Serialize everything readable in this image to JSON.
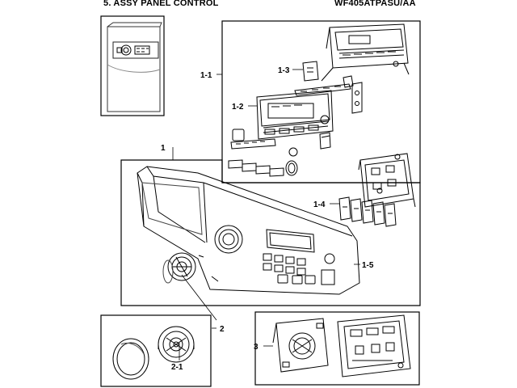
{
  "header": {
    "title": "5. ASSY PANEL CONTROL",
    "model": "WF405ATPASU/AA"
  },
  "labels": {
    "assy": "1",
    "sub_1_1": "1-1",
    "sub_1_2": "1-2",
    "sub_1_3": "1-3",
    "sub_1_4": "1-4",
    "sub_1_5": "1-5",
    "knob": "2",
    "knob_sub": "2-1",
    "pcb": "3"
  },
  "icons": {
    "overview": "washer-panel-location-icon",
    "knob": "knob-icon"
  }
}
